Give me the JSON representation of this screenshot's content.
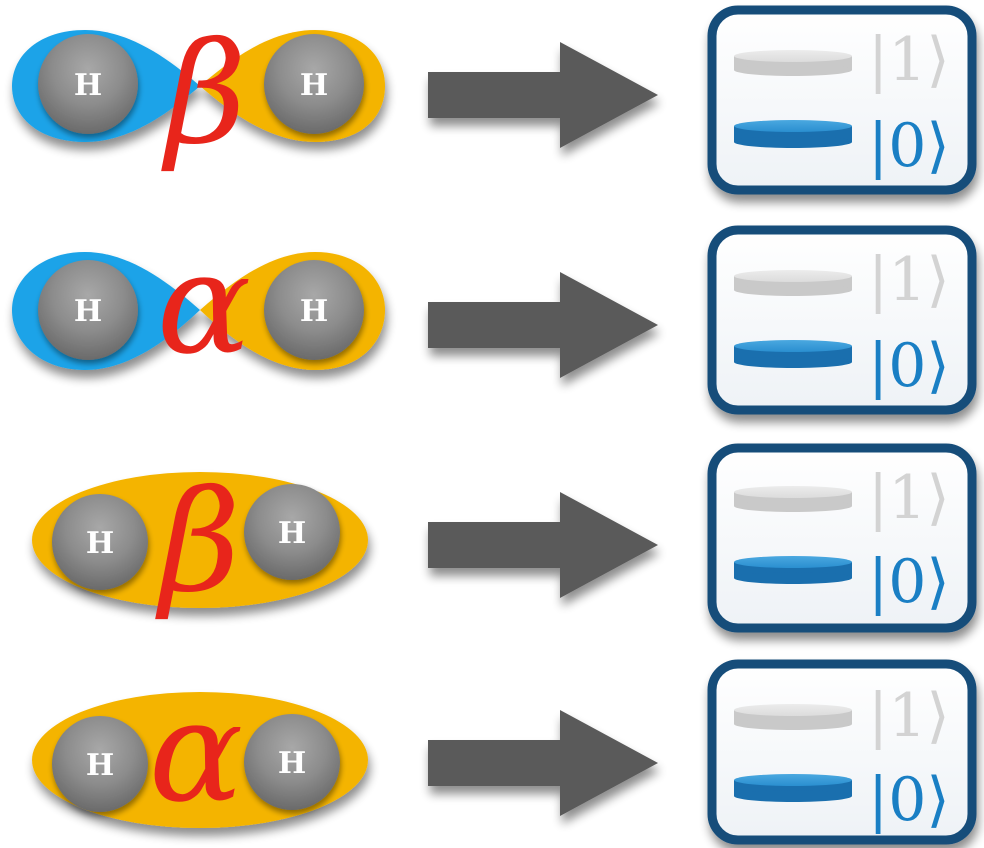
{
  "colors": {
    "orbital_blue": "#1aa3e8",
    "orbital_gold": "#f4b400",
    "atom_gray": "#8c8c8c",
    "greek_red": "#e8251b",
    "arrow_gray": "#5a5a5a",
    "qubit_border": "#174d7a",
    "level_ground": "#1a7fc4",
    "level_excited": "#d3d3d3"
  },
  "rows": [
    {
      "orbital": "separated",
      "spin_symbol": "β",
      "atoms": [
        "H",
        "H"
      ],
      "qubit": {
        "excited_label": "|1⟩",
        "ground_label": "|0⟩",
        "occupied": "ground"
      }
    },
    {
      "orbital": "separated",
      "spin_symbol": "α",
      "atoms": [
        "H",
        "H"
      ],
      "qubit": {
        "excited_label": "|1⟩",
        "ground_label": "|0⟩",
        "occupied": "ground"
      }
    },
    {
      "orbital": "bonding",
      "spin_symbol": "β",
      "atoms": [
        "H",
        "H"
      ],
      "qubit": {
        "excited_label": "|1⟩",
        "ground_label": "|0⟩",
        "occupied": "ground"
      }
    },
    {
      "orbital": "bonding",
      "spin_symbol": "α",
      "atoms": [
        "H",
        "H"
      ],
      "qubit": {
        "excited_label": "|1⟩",
        "ground_label": "|0⟩",
        "occupied": "ground"
      }
    }
  ]
}
